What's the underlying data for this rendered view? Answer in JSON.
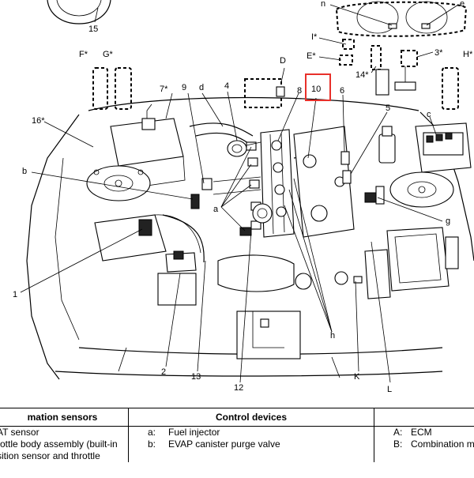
{
  "callouts": [
    {
      "id": "n",
      "text": "n"
    },
    {
      "id": "e",
      "text": "e"
    },
    {
      "id": "15",
      "text": "15"
    },
    {
      "id": "F",
      "text": "F*"
    },
    {
      "id": "G",
      "text": "G*"
    },
    {
      "id": "I",
      "text": "I*"
    },
    {
      "id": "E",
      "text": "E*"
    },
    {
      "id": "3",
      "text": "3*"
    },
    {
      "id": "H",
      "text": "H*"
    },
    {
      "id": "14",
      "text": "14*"
    },
    {
      "id": "D",
      "text": "D"
    },
    {
      "id": "7",
      "text": "7*"
    },
    {
      "id": "9",
      "text": "9"
    },
    {
      "id": "d",
      "text": "d"
    },
    {
      "id": "4",
      "text": "4"
    },
    {
      "id": "8",
      "text": "8"
    },
    {
      "id": "10",
      "text": "10"
    },
    {
      "id": "6",
      "text": "6"
    },
    {
      "id": "5",
      "text": "5"
    },
    {
      "id": "c",
      "text": "c"
    },
    {
      "id": "16",
      "text": "16*"
    },
    {
      "id": "b",
      "text": "b"
    },
    {
      "id": "a",
      "text": "a"
    },
    {
      "id": "g",
      "text": "g"
    },
    {
      "id": "1",
      "text": "1"
    },
    {
      "id": "2",
      "text": "2"
    },
    {
      "id": "13",
      "text": "13"
    },
    {
      "id": "12",
      "text": "12"
    },
    {
      "id": "h",
      "text": "h"
    },
    {
      "id": "K",
      "text": "K"
    },
    {
      "id": "L",
      "text": "L"
    }
  ],
  "highlight": {
    "target": "10",
    "color": "#e8302a"
  },
  "legend": {
    "headers": [
      "mation sensors",
      "Control devices",
      ""
    ],
    "rows": [
      {
        "sensor": "AT sensor",
        "control_key": "a:",
        "control_text": "Fuel injector",
        "device_key": "A:",
        "device_text": "ECM"
      },
      {
        "sensor_lines": [
          "rottle body assembly (built-in",
          "sition sensor and throttle"
        ],
        "control_key": "b:",
        "control_text": "EVAP canister purge valve",
        "device_key": "B:",
        "device_text": "Combination m"
      }
    ]
  }
}
